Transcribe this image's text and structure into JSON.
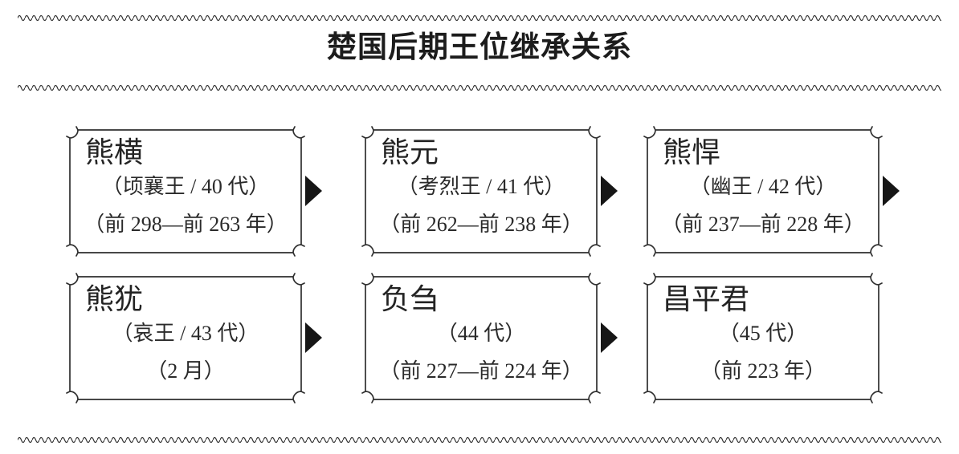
{
  "title": "楚国后期王位继承关系",
  "succession": [
    {
      "name": "熊横",
      "title_line": "（顷襄王 / 40 代）",
      "years_line": "（前 298—前 263 年）"
    },
    {
      "name": "熊元",
      "title_line": "（考烈王 / 41 代）",
      "years_line": "（前 262—前 238 年）"
    },
    {
      "name": "熊悍",
      "title_line": "（幽王 / 42 代）",
      "years_line": "（前 237—前 228 年）"
    },
    {
      "name": "熊犹",
      "title_line": "（哀王 / 43 代）",
      "years_line": "（2 月）"
    },
    {
      "name": "负刍",
      "title_line": "（44 代）",
      "years_line": "（前 227—前 224 年）"
    },
    {
      "name": "昌平君",
      "title_line": "（45 代）",
      "years_line": "（前 223 年）"
    }
  ],
  "icons": {
    "arrow": "right-pointing solid triangle",
    "wave": "decorative wavy separator line"
  },
  "colors": {
    "background": "#ffffff",
    "ink": "#232323",
    "frame_border": "#2f2f2f",
    "arrow_fill": "#161616",
    "wave_stroke": "#333333"
  }
}
